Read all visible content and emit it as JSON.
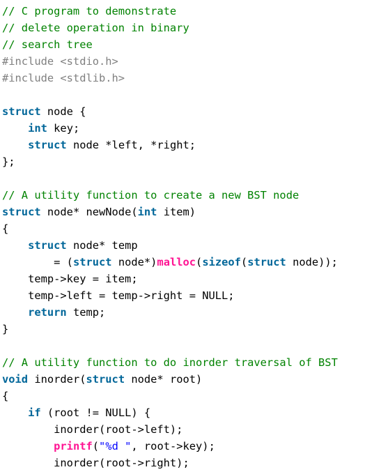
{
  "colors": {
    "comment": "#008200",
    "directive": "#808080",
    "keyword": "#006699",
    "function": "#ff1493",
    "string": "#0000ff",
    "plain": "#000000",
    "background": "#ffffff"
  },
  "code_lines": [
    [
      {
        "t": "comment",
        "v": "// C program to demonstrate"
      }
    ],
    [
      {
        "t": "comment",
        "v": "// delete operation in binary"
      }
    ],
    [
      {
        "t": "comment",
        "v": "// search tree"
      }
    ],
    [
      {
        "t": "directive",
        "v": "#include <stdio.h>"
      }
    ],
    [
      {
        "t": "directive",
        "v": "#include <stdlib.h>"
      }
    ],
    [],
    [
      {
        "t": "keyword",
        "v": "struct"
      },
      {
        "t": "plain",
        "v": " node {"
      }
    ],
    [
      {
        "t": "plain",
        "v": "    "
      },
      {
        "t": "keyword",
        "v": "int"
      },
      {
        "t": "plain",
        "v": " key;"
      }
    ],
    [
      {
        "t": "plain",
        "v": "    "
      },
      {
        "t": "keyword",
        "v": "struct"
      },
      {
        "t": "plain",
        "v": " node *left, *right;"
      }
    ],
    [
      {
        "t": "plain",
        "v": "};"
      }
    ],
    [],
    [
      {
        "t": "comment",
        "v": "// A utility function to create a new BST node"
      }
    ],
    [
      {
        "t": "keyword",
        "v": "struct"
      },
      {
        "t": "plain",
        "v": " node* newNode("
      },
      {
        "t": "keyword",
        "v": "int"
      },
      {
        "t": "plain",
        "v": " item)"
      }
    ],
    [
      {
        "t": "plain",
        "v": "{"
      }
    ],
    [
      {
        "t": "plain",
        "v": "    "
      },
      {
        "t": "keyword",
        "v": "struct"
      },
      {
        "t": "plain",
        "v": " node* temp"
      }
    ],
    [
      {
        "t": "plain",
        "v": "        = ("
      },
      {
        "t": "keyword",
        "v": "struct"
      },
      {
        "t": "plain",
        "v": " node*)"
      },
      {
        "t": "function",
        "v": "malloc"
      },
      {
        "t": "plain",
        "v": "("
      },
      {
        "t": "keyword",
        "v": "sizeof"
      },
      {
        "t": "plain",
        "v": "("
      },
      {
        "t": "keyword",
        "v": "struct"
      },
      {
        "t": "plain",
        "v": " node));"
      }
    ],
    [
      {
        "t": "plain",
        "v": "    temp->key = item;"
      }
    ],
    [
      {
        "t": "plain",
        "v": "    temp->left = temp->right = NULL;"
      }
    ],
    [
      {
        "t": "plain",
        "v": "    "
      },
      {
        "t": "keyword",
        "v": "return"
      },
      {
        "t": "plain",
        "v": " temp;"
      }
    ],
    [
      {
        "t": "plain",
        "v": "}"
      }
    ],
    [],
    [
      {
        "t": "comment",
        "v": "// A utility function to do inorder traversal of BST"
      }
    ],
    [
      {
        "t": "keyword",
        "v": "void"
      },
      {
        "t": "plain",
        "v": " inorder("
      },
      {
        "t": "keyword",
        "v": "struct"
      },
      {
        "t": "plain",
        "v": " node* root)"
      }
    ],
    [
      {
        "t": "plain",
        "v": "{"
      }
    ],
    [
      {
        "t": "plain",
        "v": "    "
      },
      {
        "t": "keyword",
        "v": "if"
      },
      {
        "t": "plain",
        "v": " (root != NULL) {"
      }
    ],
    [
      {
        "t": "plain",
        "v": "        inorder(root->left);"
      }
    ],
    [
      {
        "t": "plain",
        "v": "        "
      },
      {
        "t": "function",
        "v": "printf"
      },
      {
        "t": "plain",
        "v": "("
      },
      {
        "t": "string",
        "v": "\"%d \""
      },
      {
        "t": "plain",
        "v": ", root->key);"
      }
    ],
    [
      {
        "t": "plain",
        "v": "        inorder(root->right);"
      }
    ]
  ]
}
